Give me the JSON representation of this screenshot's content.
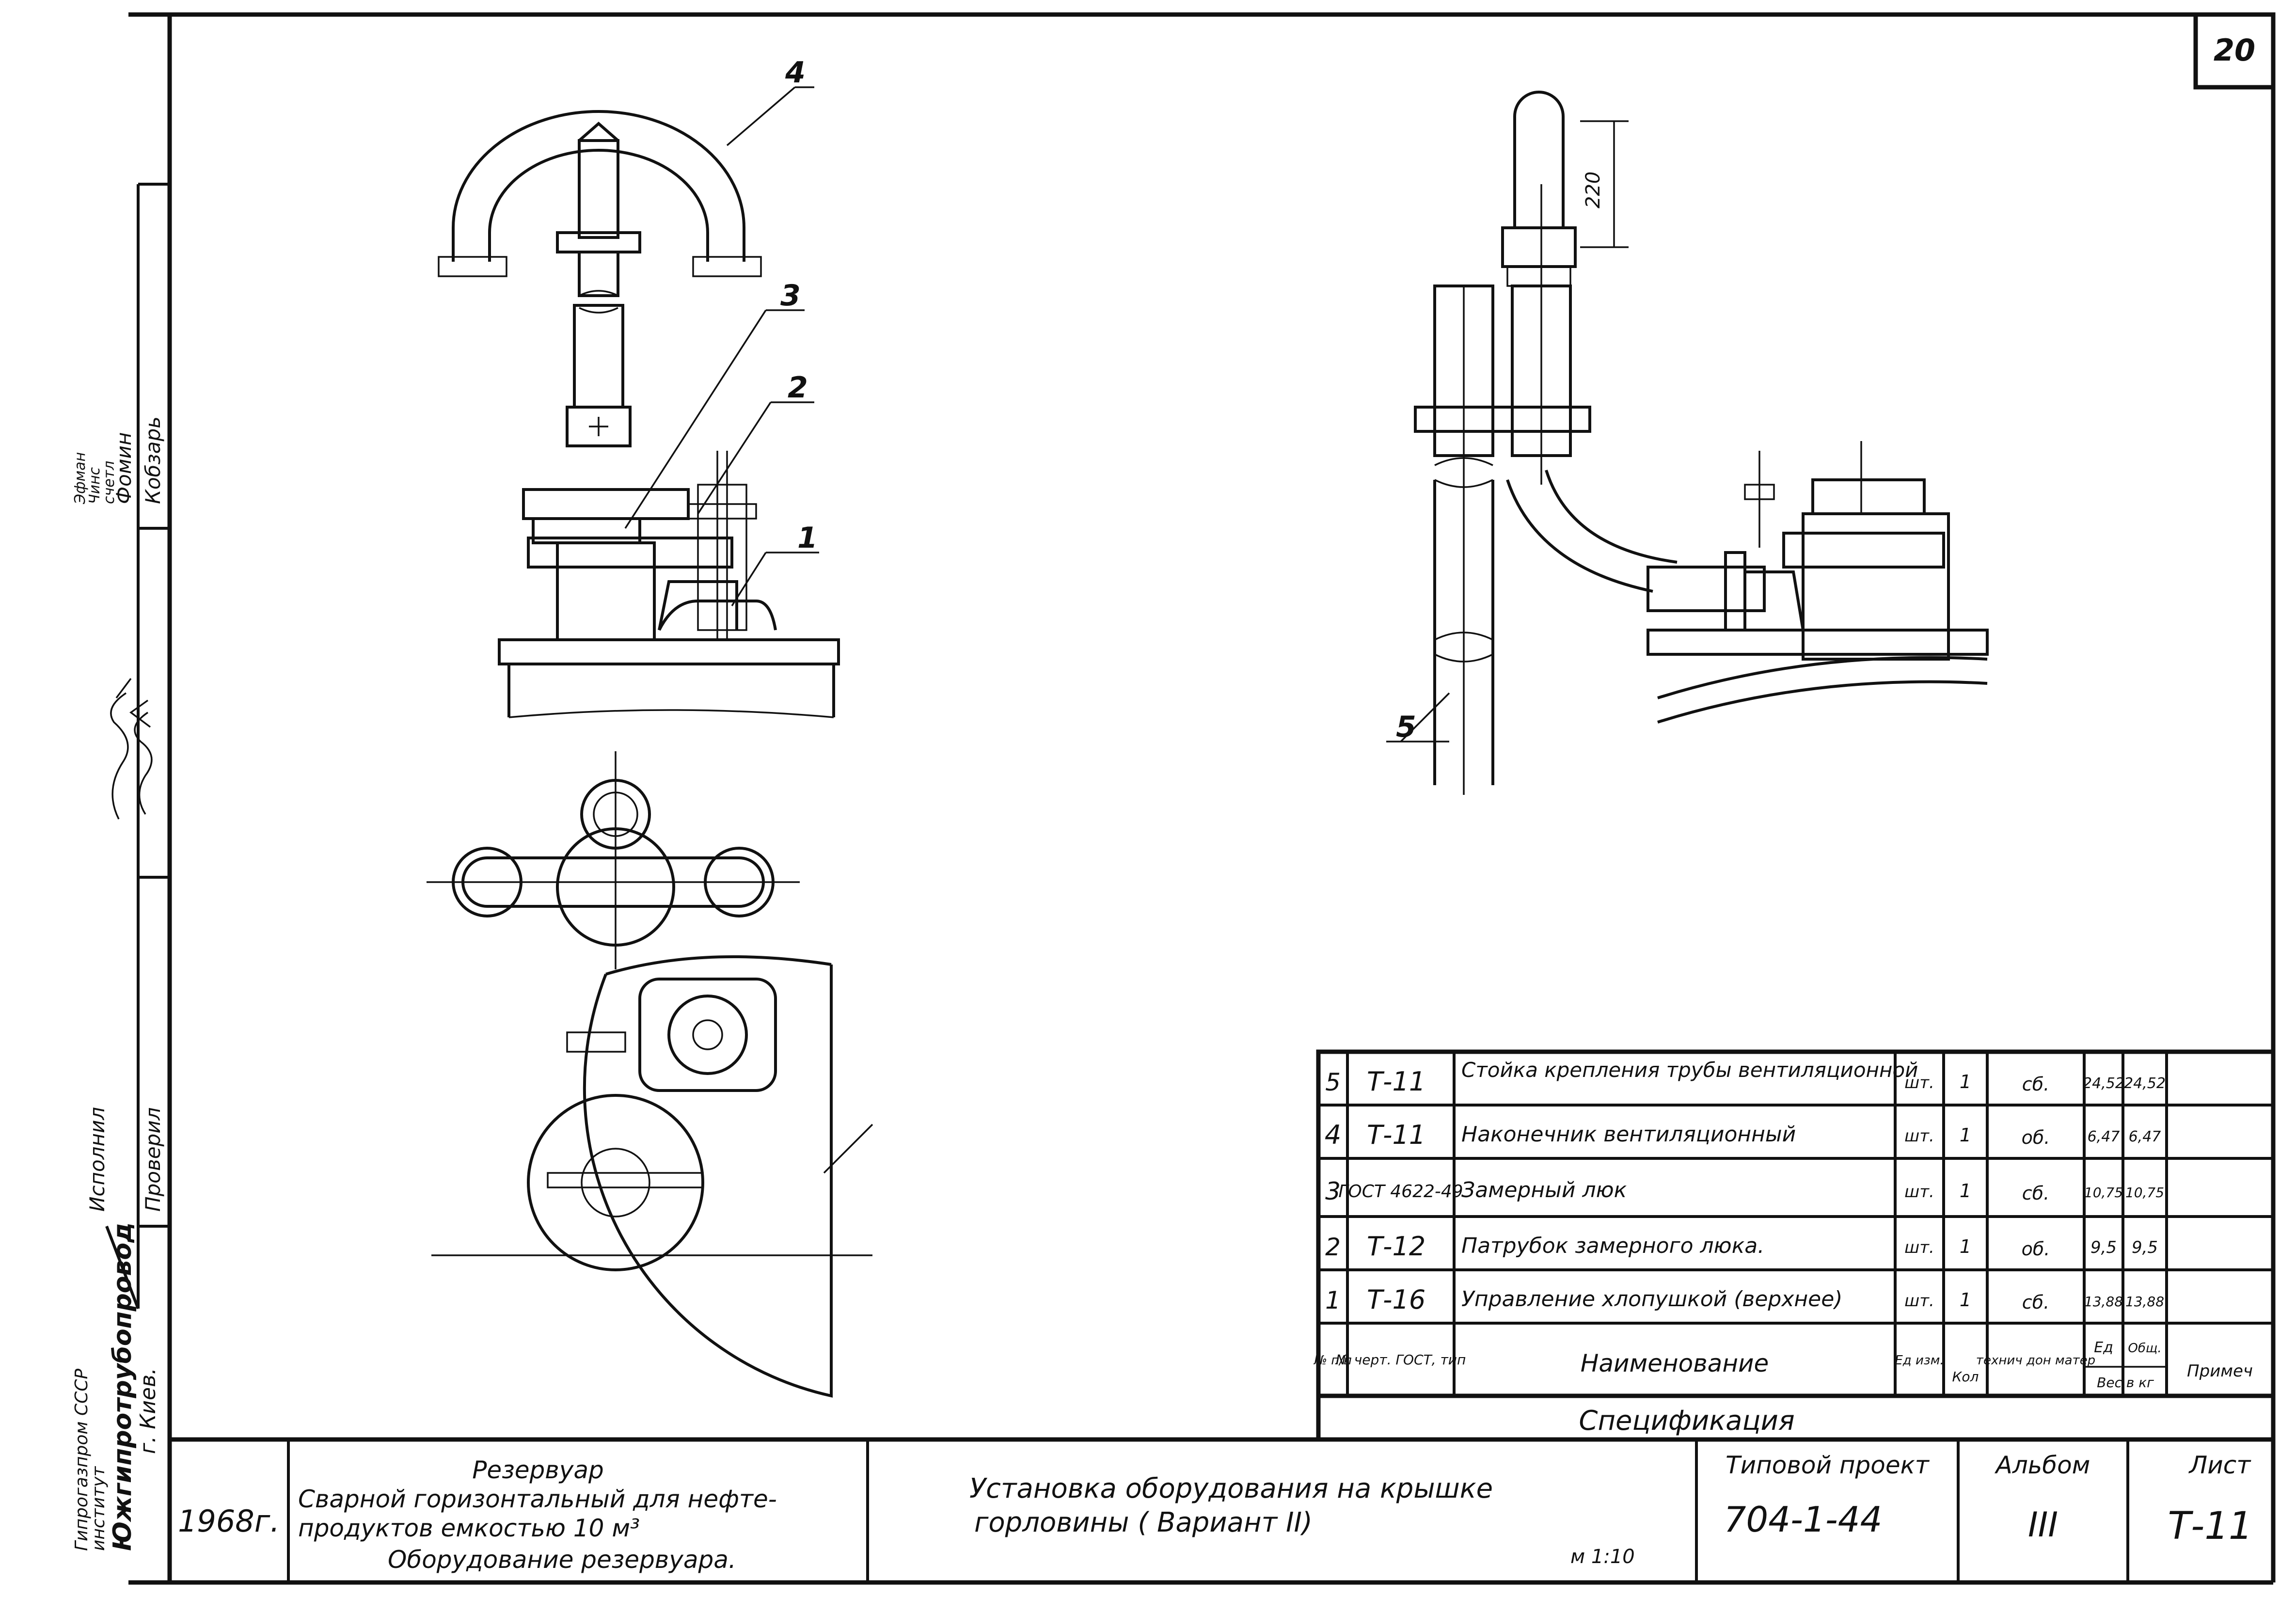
{
  "sheet_number": "20",
  "scale_note": "м 1:10",
  "dimension_label": "220",
  "callouts": [
    "4",
    "3",
    "2",
    "1",
    "5"
  ],
  "side_stamp": {
    "organization_lines": [
      "Гипрогазпром СССР",
      "институт",
      "Южгипротрубопровод",
      "г. Киев."
    ],
    "roles": [
      "Проверил",
      "Исполнил"
    ],
    "names": [
      "Фомин",
      "Кобзарь"
    ],
    "extra_lines": [
      "Эфман",
      "Чинс",
      "счетл"
    ]
  },
  "spec": {
    "title": "Спецификация",
    "headers": {
      "num": "№ п/п",
      "ref": "№ черт. ГОСТ, тип",
      "name": "Наименование",
      "unit": "Ед изм.",
      "qty": "Кол",
      "tech": "технич дон матер",
      "weight_group": "Вес в кг",
      "weight_unit": "Ед",
      "weight_total": "Общ.",
      "note": "Примеч"
    },
    "rows": [
      {
        "num": "5",
        "ref": "Т-11",
        "name": "Стойка крепления трубы вентиляционной",
        "unit": "шт.",
        "qty": "1",
        "tech": "сб.",
        "w1": "24,52",
        "w2": "24,52"
      },
      {
        "num": "4",
        "ref": "Т-11",
        "name": "Наконечник вентиляционный",
        "unit": "шт.",
        "qty": "1",
        "tech": "об.",
        "w1": "6,47",
        "w2": "6,47"
      },
      {
        "num": "3",
        "ref": "ГОСТ 4622-49",
        "name": "Замерный люк",
        "unit": "шт.",
        "qty": "1",
        "tech": "сб.",
        "w1": "10,75",
        "w2": "10,75"
      },
      {
        "num": "2",
        "ref": "Т-12",
        "name": "Патрубок замерного люка.",
        "unit": "шт.",
        "qty": "1",
        "tech": "об.",
        "w1": "9,5",
        "w2": "9,5"
      },
      {
        "num": "1",
        "ref": "Т-16",
        "name": "Управление хлопушкой (верхнее)",
        "unit": "шт.",
        "qty": "1",
        "tech": "сб.",
        "w1": "13,88",
        "w2": "13,88"
      }
    ]
  },
  "title_block": {
    "year": "1968г.",
    "object_title": "Резервуар",
    "object_lines": [
      "Сварной горизонтальный для нефте-",
      "продуктов емкостью 10 м³",
      "Оборудование резервуара."
    ],
    "drawing_title_lines": [
      "Установка оборудования на крышке",
      "горловины ( Вариант II)"
    ],
    "project_label": "Типовой проект",
    "project_number": "704-1-44",
    "album_label": "Альбом",
    "album_number": "III",
    "sheet_label": "Лист",
    "sheet_code": "Т-11"
  }
}
